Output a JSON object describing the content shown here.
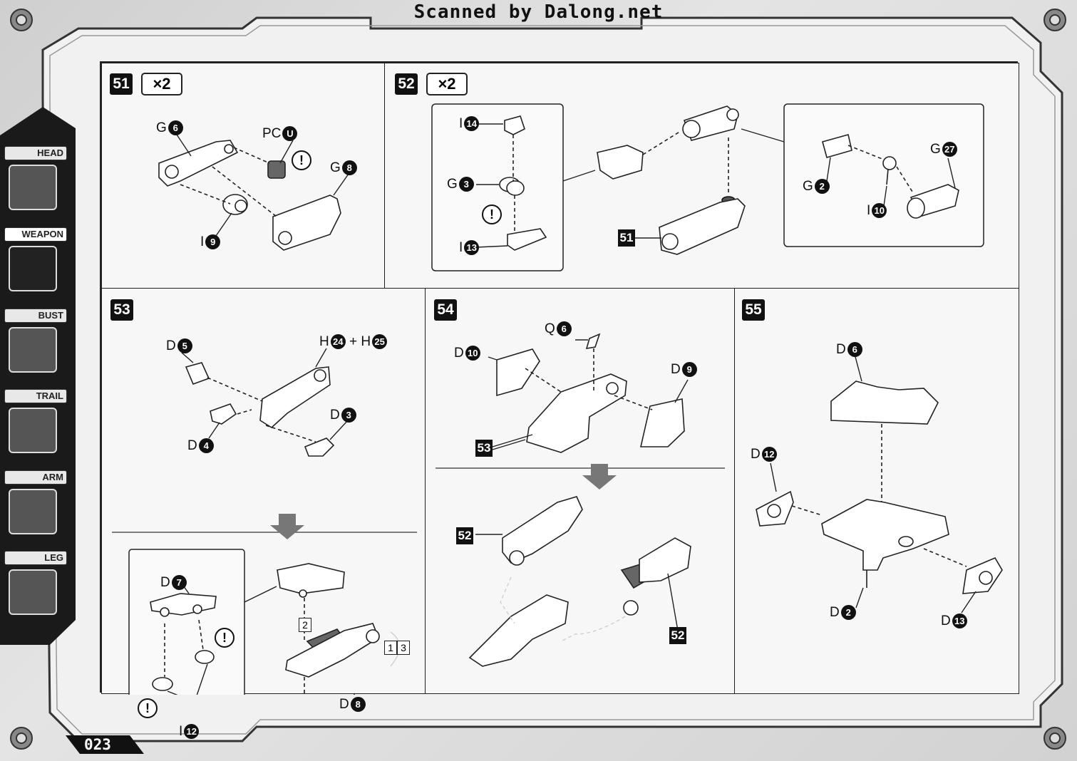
{
  "watermark": "Scanned by Dalong.net",
  "page_number": "023",
  "sidebar": {
    "tabs": [
      {
        "label": "HEAD",
        "active": false,
        "icon": "head-icon"
      },
      {
        "label": "WEAPON",
        "active": true,
        "icon": "weapon-icon"
      },
      {
        "label": "BUST",
        "active": false,
        "icon": "bust-icon"
      },
      {
        "label": "TRAIL",
        "active": false,
        "icon": "tail-icon"
      },
      {
        "label": "ARM",
        "active": false,
        "icon": "arm-icon"
      },
      {
        "label": "LEG",
        "active": false,
        "icon": "leg-icon"
      }
    ]
  },
  "steps": {
    "s51": {
      "number": "51",
      "multiplier": "×2",
      "parts": {
        "g6": {
          "letter": "G",
          "num": "6"
        },
        "pcu": {
          "letter": "PC",
          "num": "U"
        },
        "g8": {
          "letter": "G",
          "num": "8"
        },
        "i9": {
          "letter": "I",
          "num": "9"
        }
      },
      "caution": "!"
    },
    "s52": {
      "number": "52",
      "multiplier": "×2",
      "parts": {
        "i14": {
          "letter": "I",
          "num": "14"
        },
        "g3": {
          "letter": "G",
          "num": "3"
        },
        "i13": {
          "letter": "I",
          "num": "13"
        },
        "g27": {
          "letter": "G",
          "num": "27"
        },
        "g2": {
          "letter": "G",
          "num": "2"
        },
        "i10": {
          "letter": "I",
          "num": "10"
        }
      },
      "ref": "51",
      "caution": "!"
    },
    "s53": {
      "number": "53",
      "parts": {
        "d5": {
          "letter": "D",
          "num": "5"
        },
        "h24": {
          "letter": "H",
          "num": "24"
        },
        "plus": "+",
        "h25": {
          "letter": "H",
          "num": "25"
        },
        "d3": {
          "letter": "D",
          "num": "3"
        },
        "d4": {
          "letter": "D",
          "num": "4"
        },
        "d7": {
          "letter": "D",
          "num": "7"
        },
        "i12": {
          "letter": "I",
          "num": "12"
        },
        "d8": {
          "letter": "D",
          "num": "8"
        }
      },
      "order_2": "2",
      "order_1": "1",
      "order_3": "3",
      "caution": "!"
    },
    "s54": {
      "number": "54",
      "parts": {
        "q6": {
          "letter": "Q",
          "num": "6"
        },
        "d10": {
          "letter": "D",
          "num": "10"
        },
        "d9": {
          "letter": "D",
          "num": "9"
        }
      },
      "ref_53": "53",
      "ref_52a": "52",
      "ref_52b": "52"
    },
    "s55": {
      "number": "55",
      "parts": {
        "d6": {
          "letter": "D",
          "num": "6"
        },
        "d12": {
          "letter": "D",
          "num": "12"
        },
        "d2": {
          "letter": "D",
          "num": "2"
        },
        "d13": {
          "letter": "D",
          "num": "13"
        }
      }
    }
  }
}
